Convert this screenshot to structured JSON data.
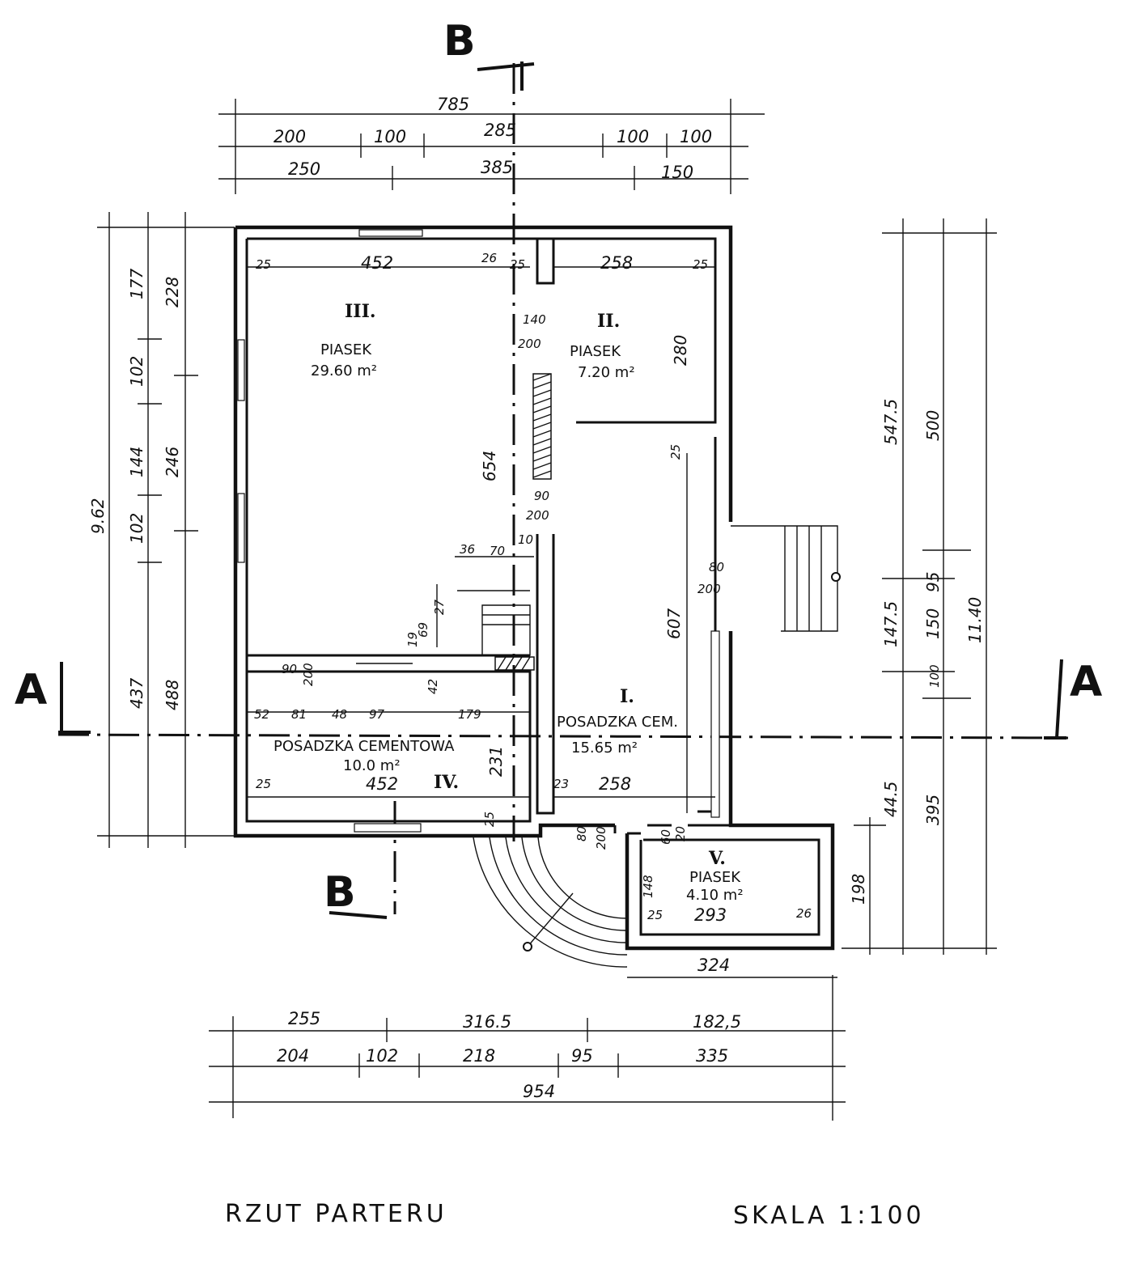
{
  "labels": {
    "section_a": "A",
    "section_b": "B",
    "title": "RZUT PARTERU",
    "scale": "SKALA 1:100"
  },
  "rooms": {
    "r1": {
      "num": "I.",
      "material": "POSADZKA CEM.",
      "area": "15.65 m²"
    },
    "r2": {
      "num": "II.",
      "material": "PIASEK",
      "area": "7.20 m²"
    },
    "r3": {
      "num": "III.",
      "material": "PIASEK",
      "area": "29.60 m²"
    },
    "r4": {
      "num": "IV.",
      "material": "POSADZKA CEMENTOWA",
      "area": "10.0 m²"
    },
    "r5": {
      "num": "V.",
      "material": "PIASEK",
      "area": "4.10 m²"
    }
  },
  "dims": {
    "top_total": "785",
    "top_r2": [
      "200",
      "100",
      "285",
      "100",
      "100"
    ],
    "top_r3": [
      "250",
      "385",
      "150"
    ],
    "bot_r1": [
      "255",
      "316.5",
      "182,5"
    ],
    "bot_r2": [
      "204",
      "102",
      "218",
      "95",
      "335"
    ],
    "bot_total": "954",
    "left_total": "9.62",
    "left_c2": [
      "177",
      "102",
      "144",
      "102",
      "437"
    ],
    "left_c3": [
      "228",
      "246",
      "488"
    ],
    "right_c1": [
      "547.5",
      "147.5",
      "44.5"
    ],
    "right_c2": [
      "500",
      "95",
      "150",
      "100",
      "395"
    ],
    "right_c3": "11.40",
    "right_v": "198",
    "ann_shell": "324",
    "inner": {
      "a25": "25",
      "a452": "452",
      "a26": "26",
      "b25": "25",
      "a258": "258",
      "c25": "25",
      "d140": "140",
      "d200": "200",
      "a654": "654",
      "a280": "280",
      "e25": "25",
      "f90": "90",
      "f200": "200",
      "g36": "36",
      "g70": "70",
      "g10": "10",
      "h80": "80",
      "h200": "200",
      "a607": "607",
      "i27": "27",
      "i69": "69",
      "i19": "19",
      "j90": "90",
      "j200": "200",
      "j42": "42",
      "k52": "52",
      "k81": "81",
      "k48": "48",
      "k97": "97",
      "k179": "179",
      "a231": "231",
      "l25": "25",
      "l452": "452",
      "l23": "23",
      "l258": "258",
      "m25": "25",
      "n80": "80",
      "n200": "200",
      "o60": "60",
      "o20": "20",
      "p148": "148",
      "p25": "25",
      "p293": "293",
      "p26": "26"
    }
  }
}
